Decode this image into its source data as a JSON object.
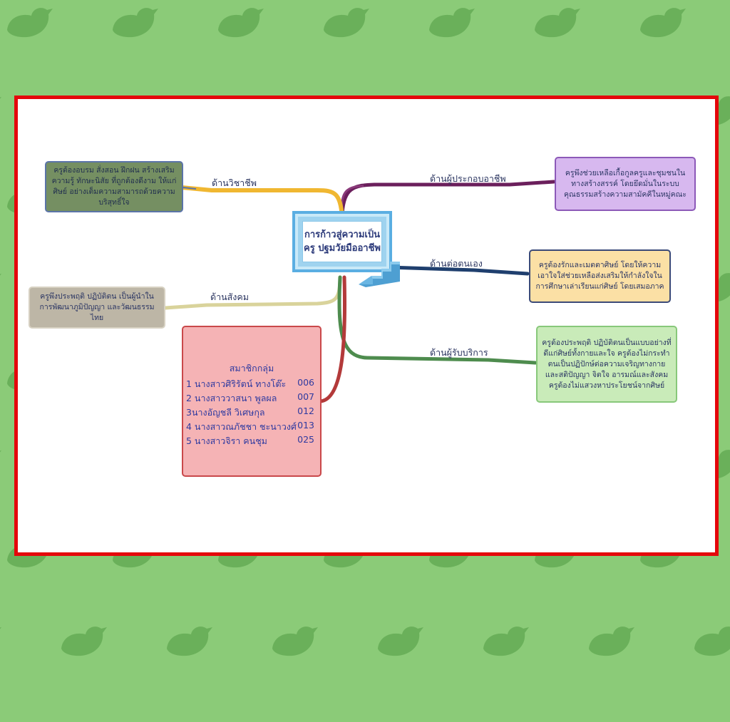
{
  "center_title": "การก้าวสู่ความเป็นครู ปฐมวัยมืออาชีพ",
  "branches": {
    "career": {
      "label": "ด้านวิชาชีพ",
      "text": "ครูต้องอบรม สั่งสอน ฝึกฝน สร้างเสริมความรู้ ทักษะนิสัย ที่ถูกต้องดีงาม ให้แก่ศิษย์ อย่างเต็มความสามารถด้วยความบริสุทธิ์ใจ"
    },
    "operator": {
      "label": "ด้านผู้ประกอบอาชีพ",
      "text": "ครูพึงช่วยเหลือเกื้อกูลครูและชุมชนในทางสร้างสรรค์ โดยยึดมั่นในระบบคุณธรรมสร้างความสามัคคีในหมู่คณะ"
    },
    "self": {
      "label": "ด้านต่อตนเอง",
      "text": "ครูต้องรักและเมตตาศิษย์ โดยให้ความเอาใจใส่ช่วยเหลือส่งเสริมให้กำลังใจในการศึกษาเล่าเรียนแก่ศิษย์ โดยเสมอภาค"
    },
    "social": {
      "label": "ด้านสังคม",
      "text": "ครูพึงประพฤติ ปฏิบัติตน เป็นผู้นำในการพัฒนาภูมิปัญญา และวัฒนธรรมไทย"
    },
    "service": {
      "label": "ด้านผู้รับบริการ",
      "text": "ครูต้องประพฤติ ปฏิบัติตนเป็นแบบอย่างที่ดีแก่ศิษย์ทั้งกายและใจ ครูต้องไม่กระทำตนเป็นปฏิปักษ์ต่อความเจริญทางกาย และสติปัญญา จิตใจ อารมณ์และสังคมครูต้องไม่แสวงหาประโยชน์จากศิษย์"
    }
  },
  "members": {
    "title": "สมาชิกกลุ่ม",
    "rows": [
      {
        "name": "1 นางสาวศิริรัตน์ ทางโต๊ะ",
        "code": "006"
      },
      {
        "name": "2 นางสาววาสนา  พูลผล",
        "code": "007"
      },
      {
        "name": "3นางอัญชลี  วิเศษกุล",
        "code": "012"
      },
      {
        "name": "4 นางสาวณภัชชา ชะนาวงศ์",
        "code": "013"
      },
      {
        "name": "5 นางสาวจิรา  คนชุม",
        "code": "025"
      }
    ]
  },
  "colors": {
    "background": "#8bcb78",
    "bird_pattern": "#6ab05a",
    "frame_border": "#e4070b",
    "career_line": "#f0b731",
    "operator_line": "#6b1f5c",
    "self_line": "#1f3f6e",
    "social_line": "#d9d39b",
    "service_line": "#4e8c4e",
    "members_line": "#b33a3a"
  }
}
